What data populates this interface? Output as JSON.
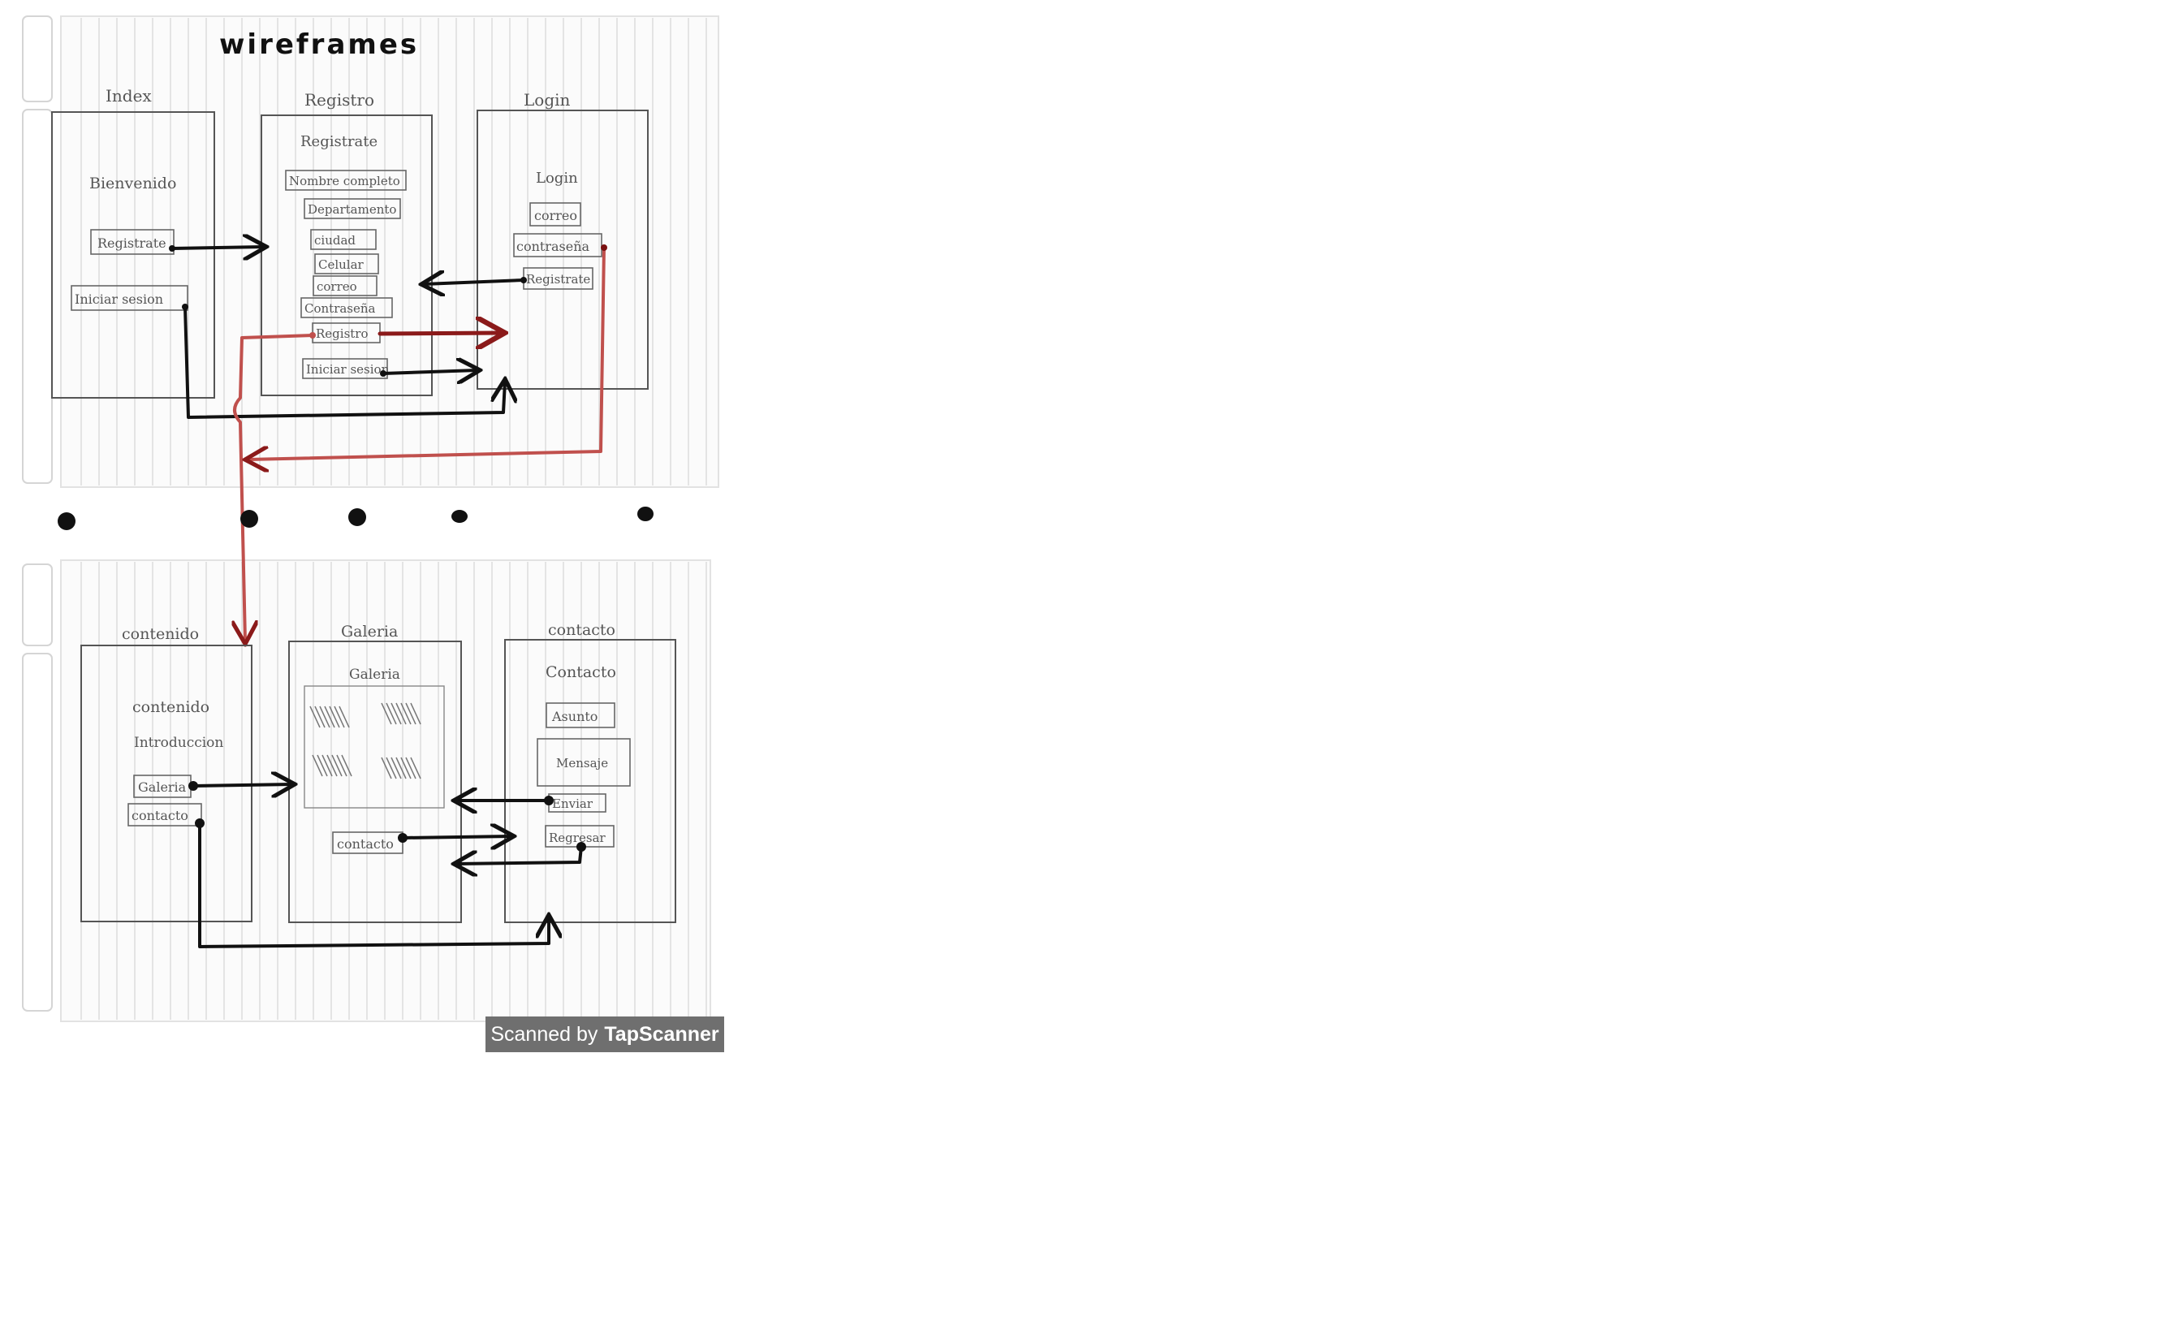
{
  "title": "wireframes",
  "colors": {
    "ink": "#111111",
    "red": "#8b1a1a",
    "pencil": "#666666",
    "grid": "#d9d9d9"
  },
  "top_section": {
    "screens": [
      {
        "id": "index",
        "label": "Index",
        "items": [
          "Bienvenido",
          "Registrate",
          "Iniciar sesion"
        ]
      },
      {
        "id": "registro",
        "label": "Registro",
        "items": [
          "Registrate",
          "Nombre completo",
          "Departamento",
          "ciudad",
          "Celular",
          "correo",
          "Contraseña",
          "Registro",
          "Iniciar sesion"
        ]
      },
      {
        "id": "login",
        "label": "Login",
        "items": [
          "Login",
          "correo",
          "contraseña",
          "Registrate"
        ]
      }
    ]
  },
  "bottom_section": {
    "screens": [
      {
        "id": "contenido",
        "label": "contenido",
        "items": [
          "contenido",
          "Introduccion",
          "Galeria",
          "contacto"
        ]
      },
      {
        "id": "galeria",
        "label": "Galeria",
        "items": [
          "Galeria",
          "contacto"
        ]
      },
      {
        "id": "contacto",
        "label": "contacto",
        "items": [
          "Contacto",
          "Asunto",
          "Mensaje",
          "Enviar",
          "Regresar"
        ]
      }
    ]
  },
  "footer": {
    "scanned_by": "Scanned by",
    "brand": "TapScanner"
  }
}
